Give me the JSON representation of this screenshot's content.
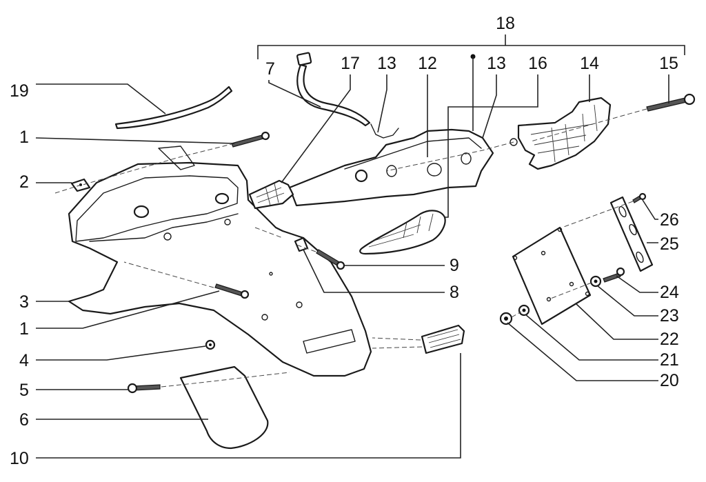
{
  "diagram": {
    "title": "Rear mudguard and rear light assembly — exploded view",
    "group_label": "18",
    "callouts": [
      {
        "id": "c19",
        "label": "19",
        "part": "cable-sleeve"
      },
      {
        "id": "c1a",
        "label": "1",
        "part": "screw-upper"
      },
      {
        "id": "c2",
        "label": "2",
        "part": "clip-nut"
      },
      {
        "id": "c3",
        "label": "3",
        "part": "rear-fender"
      },
      {
        "id": "c1b",
        "label": "1",
        "part": "screw-lower"
      },
      {
        "id": "c4",
        "label": "4",
        "part": "grommet"
      },
      {
        "id": "c5",
        "label": "5",
        "part": "mud-flap-screw"
      },
      {
        "id": "c6",
        "label": "6",
        "part": "mud-flap"
      },
      {
        "id": "c10",
        "label": "10",
        "part": "reflector"
      },
      {
        "id": "c7",
        "label": "7",
        "part": "wiring-harness"
      },
      {
        "id": "c17",
        "label": "17",
        "part": "left-turn-lens"
      },
      {
        "id": "c13a",
        "label": "13",
        "part": "bulb-socket-left"
      },
      {
        "id": "c12",
        "label": "12",
        "part": "light-housing"
      },
      {
        "id": "c13b",
        "label": "13",
        "part": "bulb-socket-right"
      },
      {
        "id": "c16",
        "label": "16",
        "part": "right-turn-lens"
      },
      {
        "id": "c14",
        "label": "14",
        "part": "tail-lens"
      },
      {
        "id": "c15",
        "label": "15",
        "part": "lens-screw"
      },
      {
        "id": "c9",
        "label": "9",
        "part": "screw-side"
      },
      {
        "id": "c8",
        "label": "8",
        "part": "clip-side"
      },
      {
        "id": "c26",
        "label": "26",
        "part": "bracket-screw"
      },
      {
        "id": "c25",
        "label": "25",
        "part": "plate-bracket"
      },
      {
        "id": "c24",
        "label": "24",
        "part": "plate-bolt"
      },
      {
        "id": "c23",
        "label": "23",
        "part": "washer"
      },
      {
        "id": "c22",
        "label": "22",
        "part": "license-plate-holder"
      },
      {
        "id": "c21",
        "label": "21",
        "part": "washer-small"
      },
      {
        "id": "c20",
        "label": "20",
        "part": "nut"
      }
    ]
  }
}
